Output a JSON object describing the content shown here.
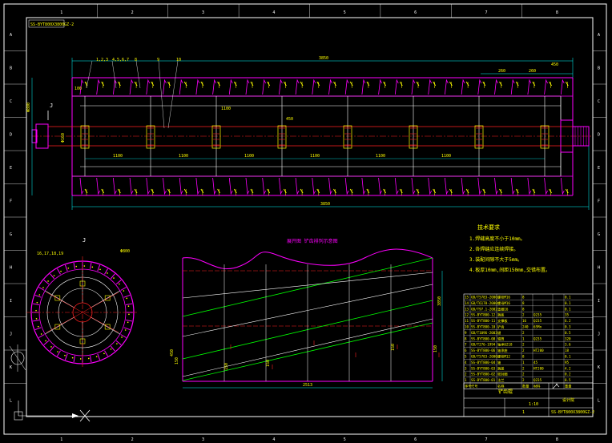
{
  "drawing": {
    "title_tag": "SS-BYT800X3800GZ-2",
    "top_length_dim": "3850",
    "bottom_length_dim": "3850",
    "left_height_dim": "Φ800",
    "shaft_dia_dim": "Φ160",
    "top_right_dims": [
      "260",
      "260",
      "450"
    ],
    "left_small_dim": "100",
    "span_dims": [
      "1100",
      "1100",
      "1100",
      "1100",
      "1100",
      "1100"
    ],
    "center_dim": "1100",
    "mid_dim": "450",
    "part_callouts": [
      "1,2,3",
      "4,5,6,7",
      "8",
      "9",
      "10"
    ],
    "section_label": "J",
    "section_view_label": "J",
    "section_callout": "16,17,18,19",
    "section_callout_right": "Φ800",
    "development_title": "展开图 铲齿排列示意图",
    "dev_width_dim": "2513",
    "dev_height_dim": "3850",
    "dev_left_dim": "450",
    "dev_small_dims": [
      "150",
      "150",
      "150",
      "150",
      "150"
    ],
    "notes_title": "技术要求",
    "notes": [
      "1.焊缝高度不小于10mm。",
      "2.各焊缝应连续焊接。",
      "3.装配间隙不大于5mm。",
      "4.板厚10mm,间距150mm,交错布置。"
    ]
  },
  "grid": {
    "cols": [
      "1",
      "2",
      "3",
      "4",
      "5",
      "6",
      "7",
      "8"
    ],
    "rows": [
      "A",
      "B",
      "C",
      "D",
      "E",
      "F",
      "G",
      "H",
      "I",
      "J",
      "K",
      "L"
    ]
  },
  "bom": {
    "rows": [
      [
        "15",
        "GB/T5783-2000",
        "螺栓M16",
        "8",
        "",
        "0.1"
      ],
      [
        "14",
        "GB/T6170-2000",
        "螺母M16",
        "8",
        "",
        "0.1"
      ],
      [
        "13",
        "GB/T97.1-2002",
        "垫圈16",
        "8",
        "",
        "0.1"
      ],
      [
        "12",
        "SS-BYT800-12",
        "端板",
        "2",
        "Q235",
        "35"
      ],
      [
        "11",
        "SS-BYT800-11",
        "支撑板",
        "16",
        "Q235",
        "6.2"
      ],
      [
        "10",
        "SS-BYT800-10",
        "铲齿",
        "240",
        "65Mn",
        "0.3"
      ],
      [
        "9",
        "GB/T1096-2003",
        "键",
        "2",
        "",
        "0.5"
      ],
      [
        "8",
        "SS-BYT800-08",
        "辊筒",
        "1",
        "Q235",
        "320"
      ],
      [
        "7",
        "GB/T276-1994",
        "轴承6218",
        "2",
        "",
        "3.6"
      ],
      [
        "6",
        "SS-BYT800-06",
        "轴承座",
        "2",
        "HT200",
        "18"
      ],
      [
        "5",
        "GB/T5783-2000",
        "螺栓M12",
        "8",
        "",
        "0.1"
      ],
      [
        "4",
        "SS-BYT800-04",
        "轴",
        "1",
        "45",
        "95"
      ],
      [
        "3",
        "SS-BYT800-03",
        "端盖",
        "2",
        "HT200",
        "4.2"
      ],
      [
        "2",
        "SS-BYT800-02",
        "密封圈",
        "2",
        "",
        "0.2"
      ],
      [
        "1",
        "SS-BYT800-01",
        "法兰",
        "2",
        "Q235",
        "8.5"
      ]
    ],
    "header": [
      "序号",
      "代号",
      "名称",
      "数量",
      "材料",
      "重量"
    ]
  },
  "title_block": {
    "name": "铲齿辊",
    "company": "设计院",
    "drawing_no": "SS-BYT800X3800GZ-2",
    "scale": "1:10",
    "sheet": "1"
  },
  "colors": {
    "background": "#000000",
    "frame": "#ffffff",
    "magenta": "#ff00ff",
    "red": "#ff2020",
    "yellow": "#ffff00",
    "green": "#00ff00",
    "cyan": "#00ffff",
    "dim": "#00ffff"
  }
}
